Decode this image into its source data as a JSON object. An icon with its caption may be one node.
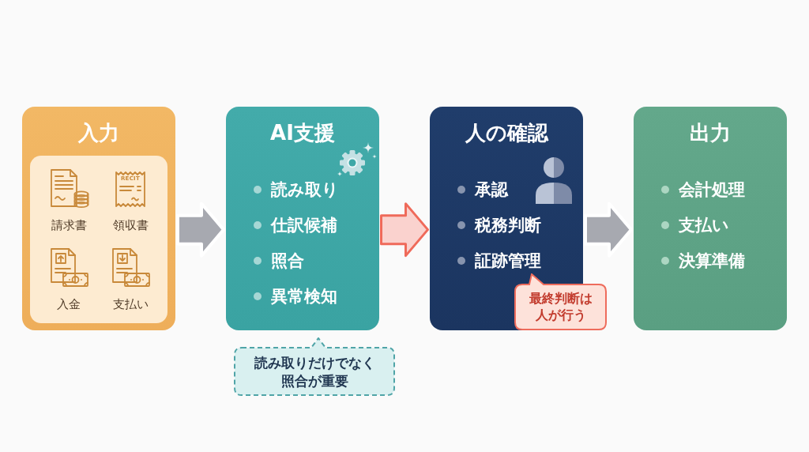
{
  "diagram": {
    "nodes": [
      {
        "text": [
          "入力"
        ]
      },
      {
        "text": [
          "請求書",
          "領収書",
          "入金",
          "支払い"
        ],
        "in": 0
      },
      {
        "text": [
          "AI支援",
          "読み取り",
          "仕訳候補",
          "照合",
          "異常検知"
        ]
      },
      {
        "text": [
          "読み取りだけでなく照合が重要"
        ]
      },
      {
        "text": [
          "人の確認",
          "承認",
          "税務判断",
          "証跡管理"
        ]
      },
      {
        "text": [
          "最終判断は人が行う"
        ]
      },
      {
        "text": [
          "出力",
          "会計処理",
          "支払い",
          "決算準備"
        ]
      }
    ],
    "edges": [
      {
        "from": 0,
        "to": 2,
        "arrow": "to"
      },
      {
        "from": 2,
        "to": 4,
        "arrow": "to",
        "color": "#ef6a5a"
      },
      {
        "from": 4,
        "to": 6,
        "arrow": "to"
      }
    ],
    "labels": [
      "RECIT"
    ]
  }
}
